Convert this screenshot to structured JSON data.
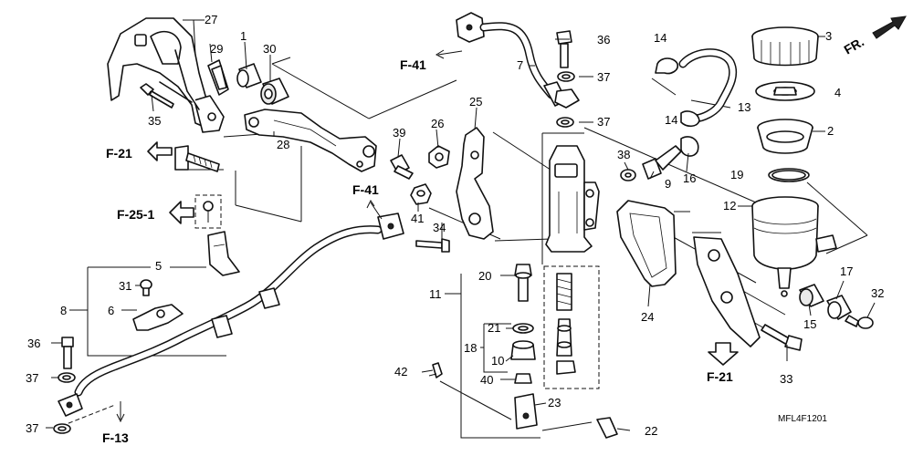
{
  "parts": {
    "p1": "1",
    "p2": "2",
    "p3": "3",
    "p4": "4",
    "p5": "5",
    "p6": "6",
    "p7": "7",
    "p8": "8",
    "p9": "9",
    "p10": "10",
    "p11": "11",
    "p12": "12",
    "p13": "13",
    "p14a": "14",
    "p14b": "14",
    "p15": "15",
    "p16": "16",
    "p17": "17",
    "p18": "18",
    "p19": "19",
    "p20": "20",
    "p21": "21",
    "p22": "22",
    "p23": "23",
    "p24": "24",
    "p25": "25",
    "p26": "26",
    "p27": "27",
    "p28": "28",
    "p29": "29",
    "p30": "30",
    "p31": "31",
    "p32": "32",
    "p33": "33",
    "p34": "34",
    "p35": "35",
    "p36a": "36",
    "p36b": "36",
    "p37a": "37",
    "p37b": "37",
    "p37c": "37",
    "p37d": "37",
    "p38": "38",
    "p39": "39",
    "p40": "40",
    "p41": "41",
    "p42": "42"
  },
  "refs": {
    "f41_top": "F-41",
    "f41_mid": "F-41",
    "f21_left": "F-21",
    "f25_1": "F-25-1",
    "f21_right": "F-21",
    "f13": "F-13",
    "fr": "FR."
  },
  "drawing_code": "MFL4F1201"
}
